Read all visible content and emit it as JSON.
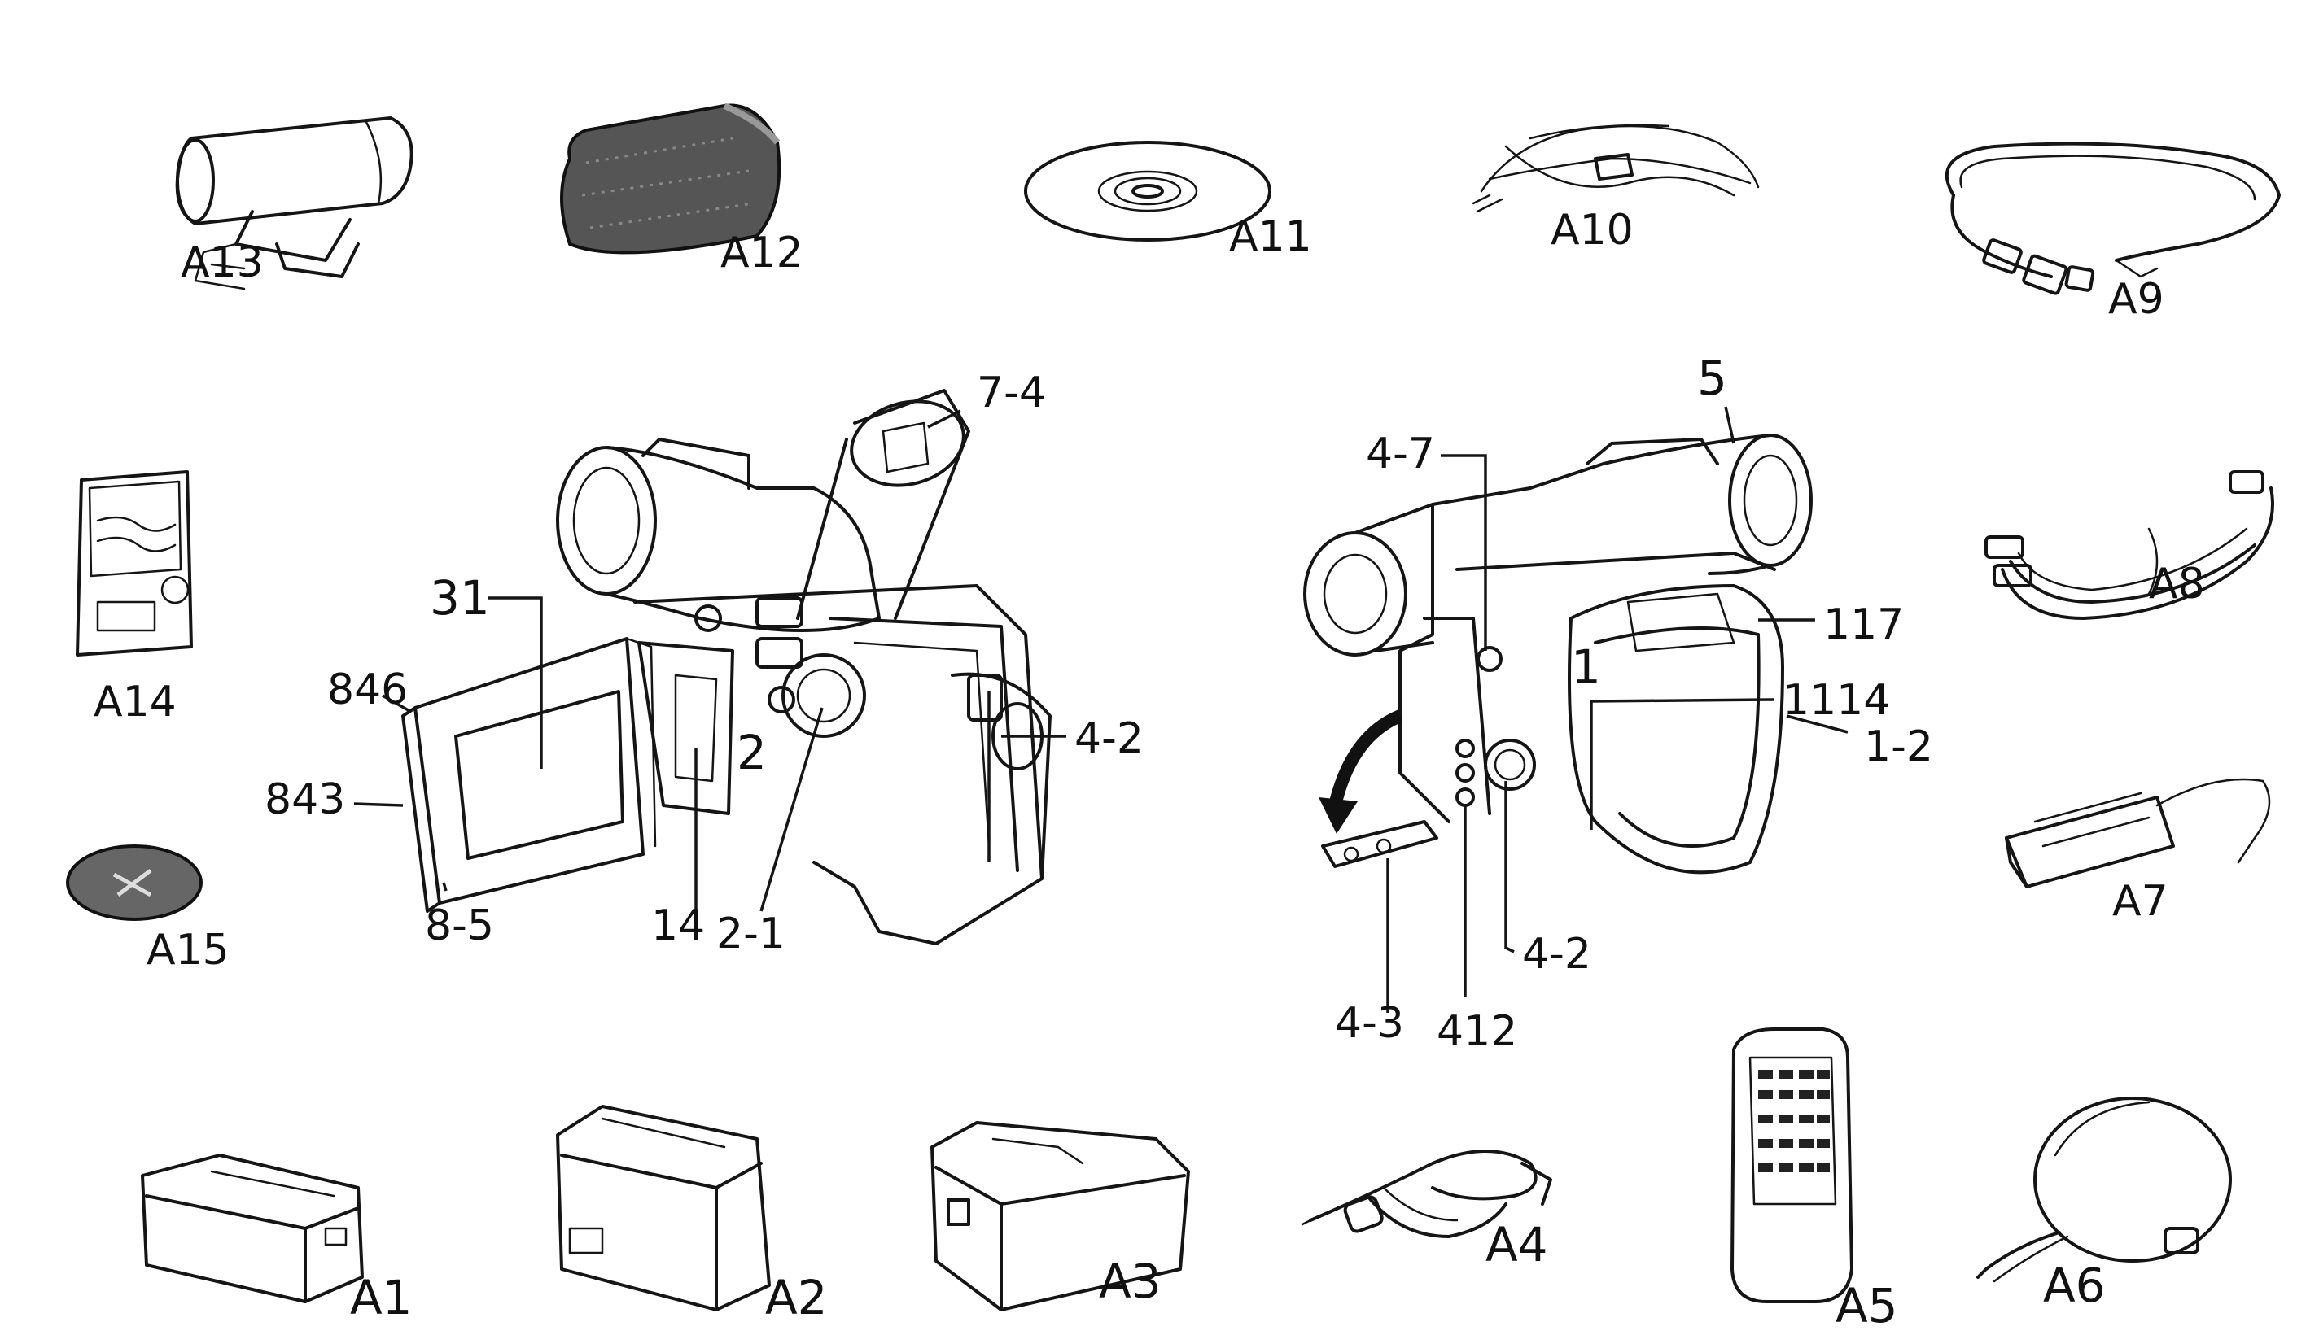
{
  "labels": {
    "a13": "A13",
    "a12": "A12",
    "a11": "A11",
    "a10": "A10",
    "a9": "A9",
    "a14": "A14",
    "a15": "A15",
    "a8": "A8",
    "a7": "A7",
    "a1": "A1",
    "a2": "A2",
    "a3": "A3",
    "a4": "A4",
    "a5": "A5",
    "a6": "A6",
    "left_cam": {
      "p31": "31",
      "p846": "846",
      "p843": "843",
      "p8_5": "8-5",
      "p14": "14",
      "p2_1": "2-1",
      "p2": "2",
      "p7_4": "7-4",
      "p4_2": "4-2"
    },
    "right_cam": {
      "p5": "5",
      "p4_7": "4-7",
      "p1": "1",
      "p117": "117",
      "p1114": "1114",
      "p1_2": "1-2",
      "p4_2": "4-2",
      "p4_3": "4-3",
      "p412": "412"
    }
  },
  "icons": [
    "microphone-icon",
    "windscreen-icon",
    "cd-rom-icon",
    "strap-icon",
    "av-cable-icon",
    "memory-card-icon",
    "coin-battery-icon",
    "rca-cable-icon",
    "adapter-icon",
    "battery-pack-icon",
    "charger-icon",
    "dc-cable-icon",
    "remote-control-icon",
    "lens-cap-icon",
    "camcorder-icon"
  ]
}
